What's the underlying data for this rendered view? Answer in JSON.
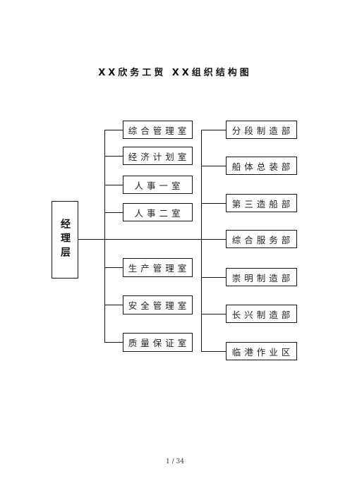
{
  "title": "XX欣务工贸 XX组织结构图",
  "root": {
    "label": "经理层"
  },
  "left_units": [
    {
      "label": "综合管理室"
    },
    {
      "label": "经济计划室"
    },
    {
      "label": "人事一室"
    },
    {
      "label": "人事二室"
    },
    {
      "label": "生产管理室"
    },
    {
      "label": "安全管理室"
    },
    {
      "label": "质量保证室"
    }
  ],
  "right_units": [
    {
      "label": "分段制造部"
    },
    {
      "label": "船体总装部"
    },
    {
      "label": "第三造船部"
    },
    {
      "label": "综合服务部"
    },
    {
      "label": "崇明制造部"
    },
    {
      "label": "长兴制造部"
    },
    {
      "label": "临港作业区"
    }
  ],
  "footer": {
    "page": "1 / 34"
  }
}
